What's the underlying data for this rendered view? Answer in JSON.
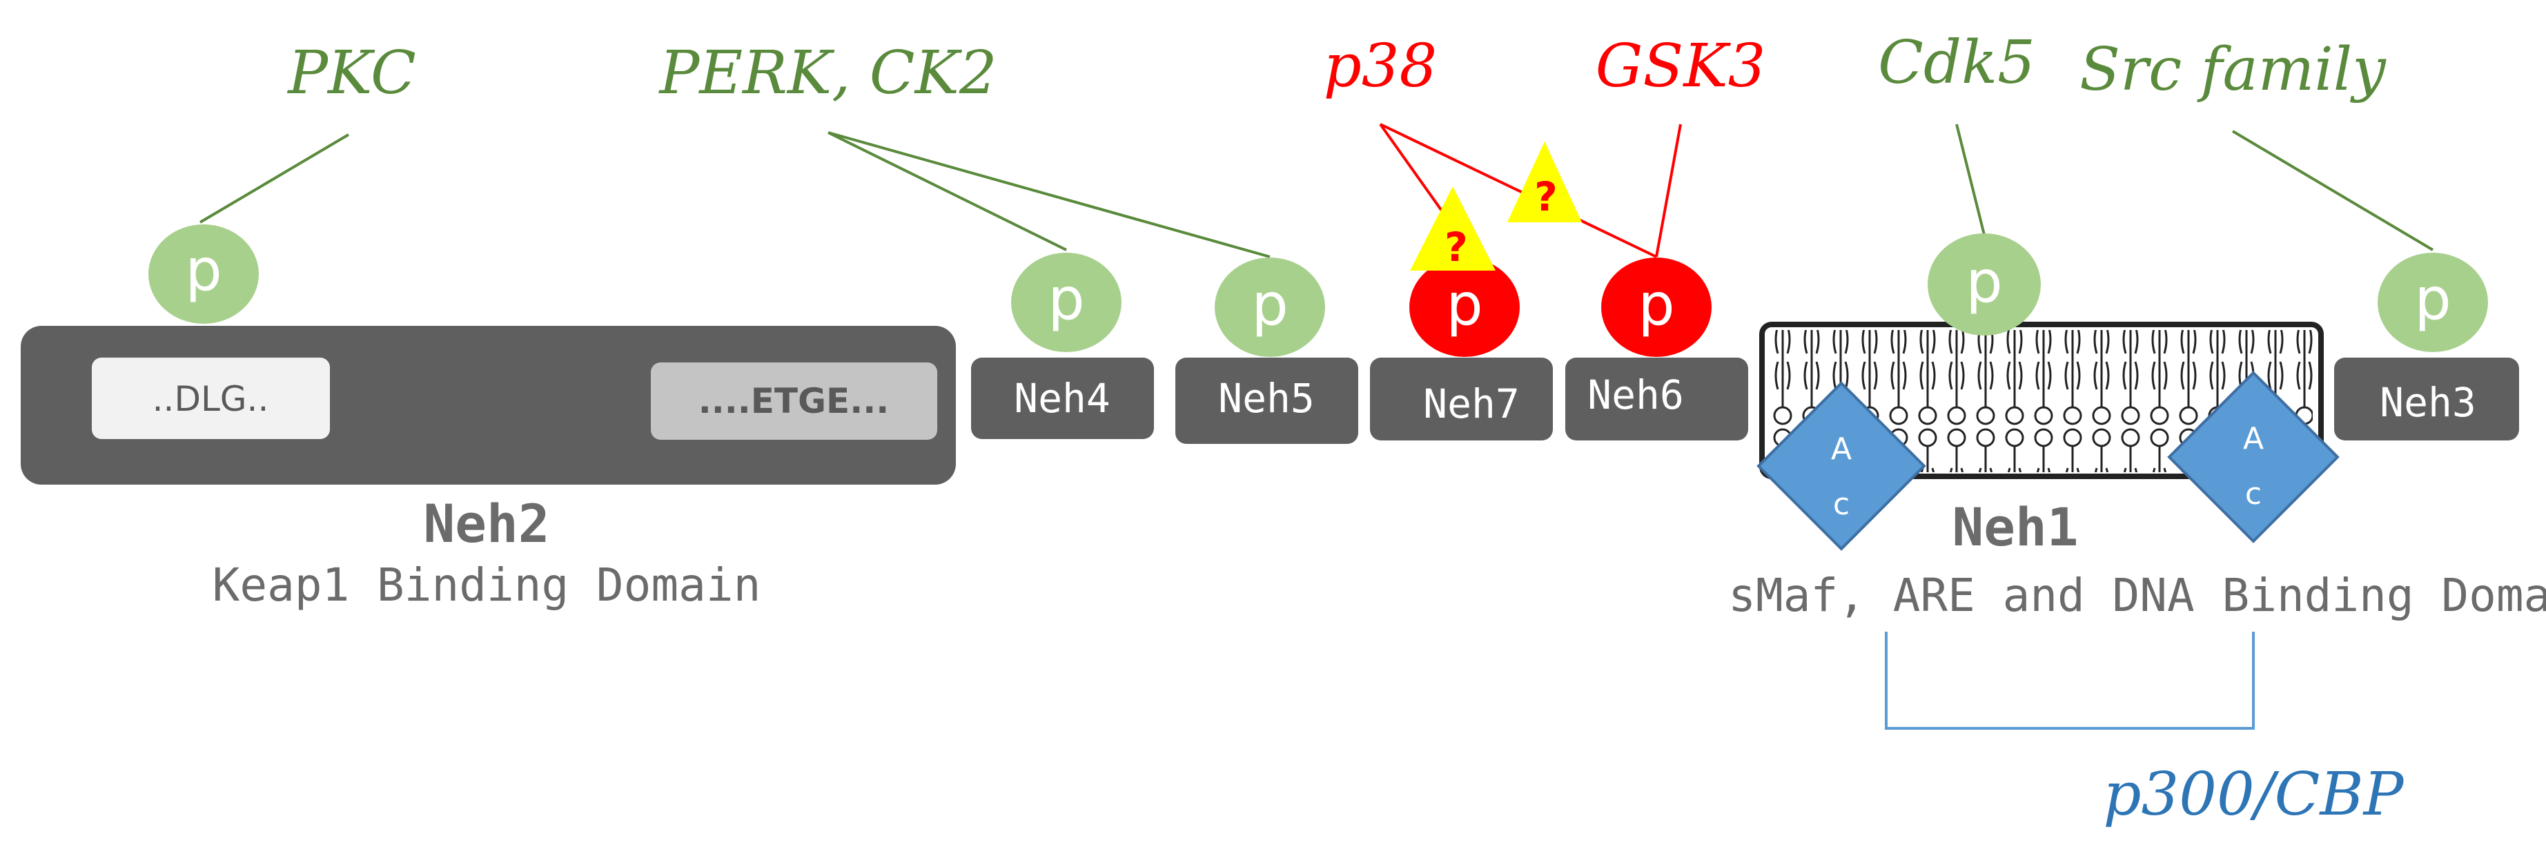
{
  "kinases": {
    "pkc": "PKC",
    "perk_ck2": "PERK, CK2",
    "p38": "p38",
    "gsk3": "GSK3",
    "cdk5": "Cdk5",
    "src": "Src family",
    "p300": "p300/CBP"
  },
  "phospho_label": "p",
  "question_mark": "?",
  "acetyl": {
    "a": "A",
    "c": "c"
  },
  "neh2": {
    "motif_dlg": "..DLG..",
    "motif_etge": "....ETGE...",
    "name": "Neh2",
    "description": "Keap1 Binding Domain"
  },
  "domains": {
    "neh4": "Neh4",
    "neh5": "Neh5",
    "neh7": "Neh7",
    "neh6": "Neh6",
    "neh3": "Neh3"
  },
  "neh1": {
    "name": "Neh1",
    "description": "sMaf, ARE and DNA Binding Domain"
  },
  "colors": {
    "domain_gray": "#5f5f5f",
    "phospho_green": "#a8d08d",
    "phospho_red": "#ff0000",
    "kinase_green": "#5a8a3c",
    "kinase_red": "#ff0000",
    "acetyl_blue": "#5b9bd5",
    "p300_blue": "#2e75b6",
    "warning_yellow": "#ffff00"
  }
}
